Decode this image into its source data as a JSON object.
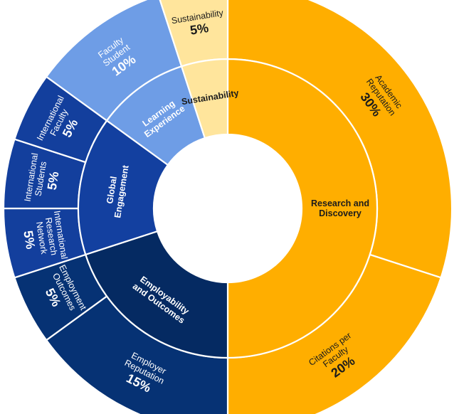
{
  "chart_data": {
    "type": "sunburst",
    "unit": "%",
    "categories": [
      {
        "name": "Research and Discovery",
        "color": "#FFAE00",
        "text_color": "#1b1b1b",
        "children": [
          {
            "name": "Academic Reputation",
            "value": 30,
            "pct_label": "30%"
          },
          {
            "name": "Citations per Faculty",
            "value": 20,
            "pct_label": "20%"
          }
        ]
      },
      {
        "name": "Employability and Outcomes",
        "color": "#052A62",
        "text_color": "#ffffff",
        "children": [
          {
            "name": "Employer Reputation",
            "value": 15,
            "pct_label": "15%"
          },
          {
            "name": "Employment Outcomes",
            "value": 5,
            "pct_label": "5%"
          }
        ]
      },
      {
        "name": "Global Engagement",
        "color": "#1340A0",
        "text_color": "#ffffff",
        "children": [
          {
            "name": "International Research Network",
            "value": 5,
            "pct_label": "5%"
          },
          {
            "name": "International Students",
            "value": 5,
            "pct_label": "5%"
          },
          {
            "name": "International Faculty",
            "value": 5,
            "pct_label": "5%"
          }
        ]
      },
      {
        "name": "Learning Experience",
        "color": "#6E9DE6",
        "text_color": "#ffffff",
        "children": [
          {
            "name": "Faculty Student",
            "value": 10,
            "pct_label": "10%"
          }
        ]
      },
      {
        "name": "Sustainability",
        "color": "#FFE59C",
        "text_color": "#1b1b1b",
        "children": [
          {
            "name": "Sustainability",
            "value": 5,
            "pct_label": "5%"
          }
        ]
      }
    ]
  }
}
